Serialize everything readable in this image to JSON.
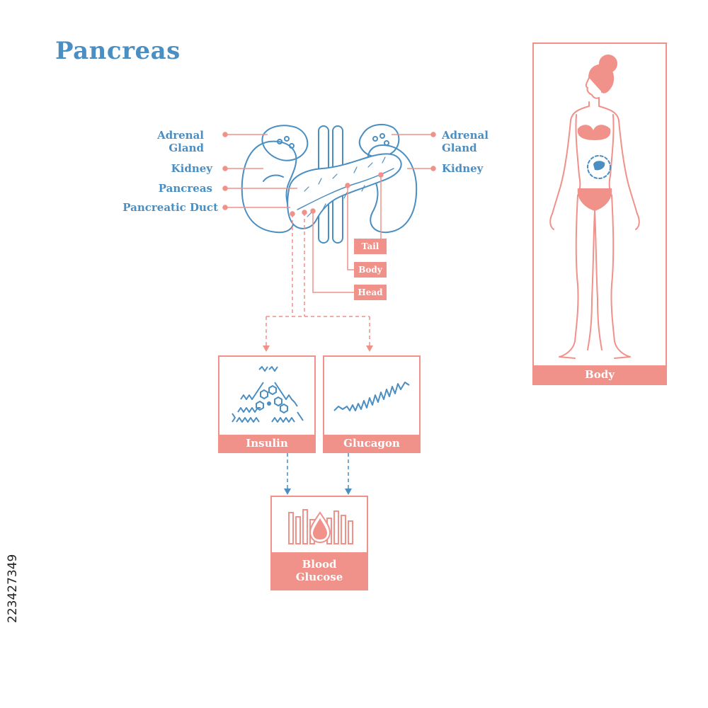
{
  "title": "Pancreas",
  "labels_left": {
    "adrenal_gland": "Adrenal\nGland",
    "kidney": "Kidney",
    "pancreas": "Pancreas",
    "pancreatic_duct": "Pancreatic Duct"
  },
  "labels_right": {
    "adrenal_gland": "Adrenal\nGland",
    "kidney": "Kidney"
  },
  "parts": {
    "tail": "Tail",
    "body": "Body",
    "head": "Head"
  },
  "hormones": {
    "insulin": "Insulin",
    "glucagon": "Glucagon"
  },
  "result": "Blood\nGlucose",
  "figure_caption": "Body",
  "stock_id": "223427349",
  "colors": {
    "blue": "#4a8ec2",
    "coral": "#f0918a"
  }
}
